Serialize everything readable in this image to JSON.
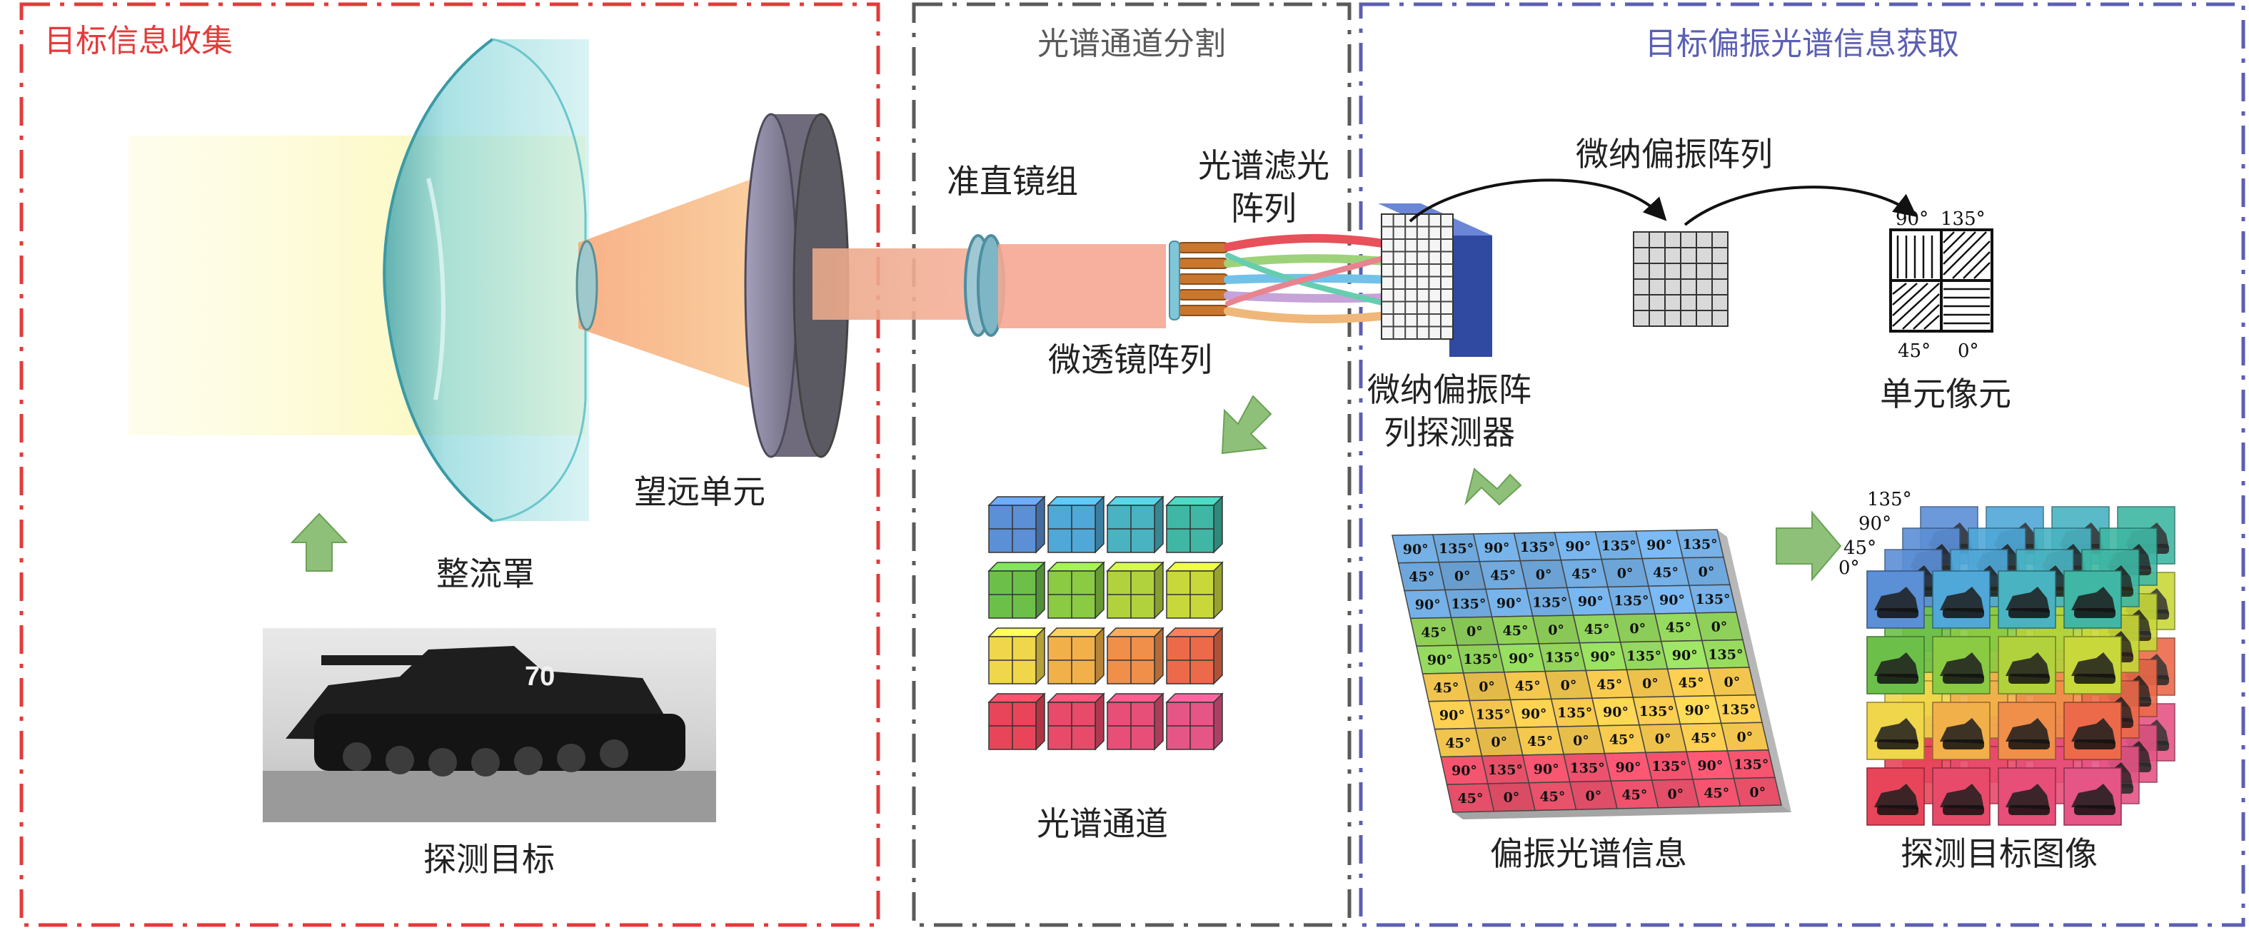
{
  "sections": {
    "collect": {
      "title": "目标信息收集",
      "color": "#e33b3b"
    },
    "split": {
      "title": "光谱通道分割",
      "color": "#5a5a5a"
    },
    "acquire": {
      "title": "目标偏振光谱信息获取",
      "color": "#5b5fb3"
    }
  },
  "labels": {
    "fairing": "整流罩",
    "telescope": "望远单元",
    "target": "探测目标",
    "collimator": "准直镜组",
    "filter_l1": "光谱滤光",
    "filter_l2": "阵列",
    "microlens": "微透镜阵列",
    "channels": "光谱通道",
    "mpa_l1": "微纳偏振阵",
    "mpa_l2": "列探测器",
    "micro_array": "微纳偏振阵列",
    "unit_pixel": "单元像元",
    "pol_spec": "偏振光谱信息",
    "target_image": "探测目标图像"
  },
  "tank": {
    "number": "70"
  },
  "angles": {
    "a90": "90°",
    "a135": "135°",
    "a45": "45°",
    "a0": "0°"
  },
  "colors": {
    "rows": [
      "#6fa8dc",
      "#8fd05a",
      "#f2c64e",
      "#e8506a"
    ],
    "channel_rows": [
      [
        "#5b8fd6",
        "#4fa8d8",
        "#49b3c2",
        "#3fb7a4"
      ],
      [
        "#6cc04a",
        "#8acb43",
        "#b2d23d",
        "#c8d83a"
      ],
      [
        "#f0d64a",
        "#f2b04a",
        "#f08f4a",
        "#ec6a4a"
      ],
      [
        "#e8455a",
        "#e84a6a",
        "#e74e78",
        "#e55585"
      ]
    ]
  }
}
